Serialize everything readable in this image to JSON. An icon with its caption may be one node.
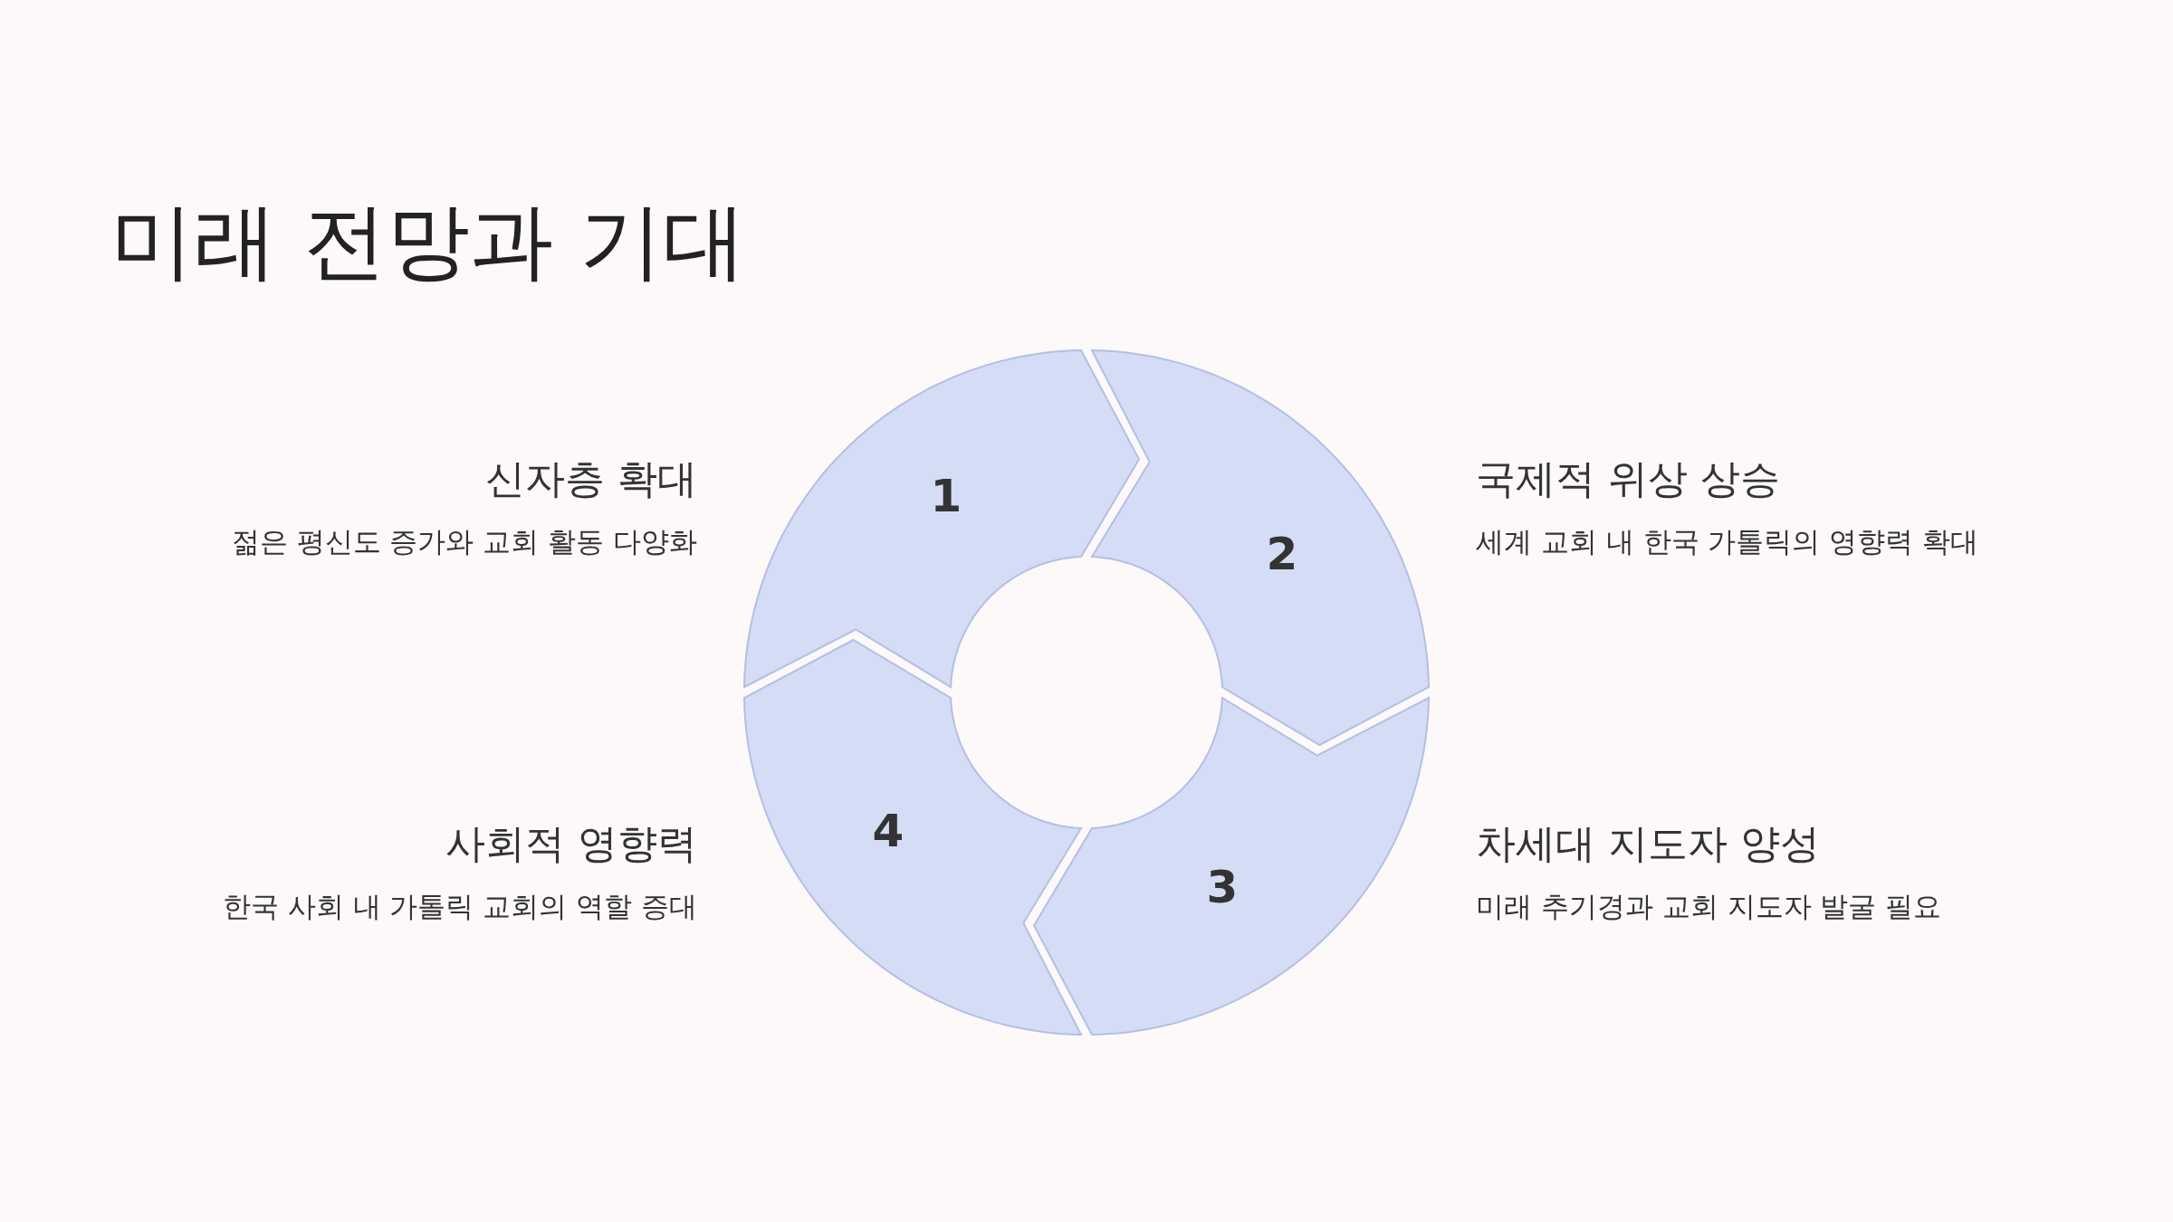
{
  "diagram": {
    "title": "미래 전망과 기대",
    "nodes": [
      {
        "text": [
          "1"
        ],
        "beside": [
          "신자층 확대",
          "젊은 평신도 증가와 교회 활동 다양화"
        ]
      },
      {
        "text": [
          "2"
        ],
        "beside": [
          "국제적 위상 상승",
          "세계 교회 내 한국 가톨릭의 영향력 확대"
        ]
      },
      {
        "text": [
          "3"
        ],
        "beside": [
          "차세대 지도자 양성",
          "미래 추기경과 교회 지도자 발굴 필요"
        ]
      },
      {
        "text": [
          "4"
        ],
        "beside": [
          "사회적 영향력",
          "한국 사회 내 가톨릭 교회의 역할 증대"
        ]
      }
    ]
  }
}
